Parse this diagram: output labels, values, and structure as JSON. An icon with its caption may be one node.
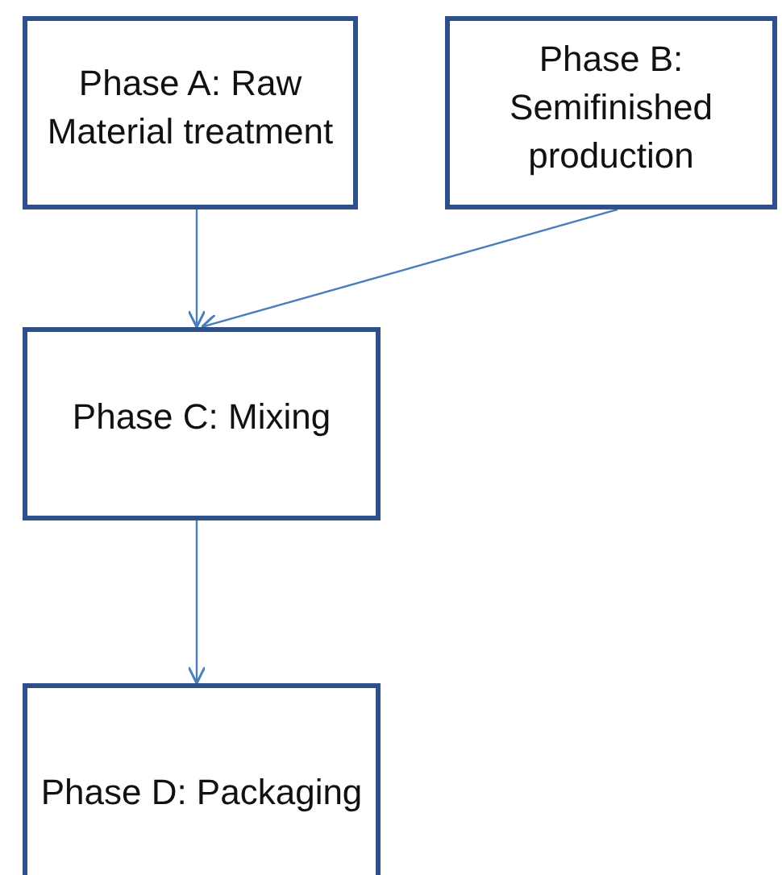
{
  "diagram": {
    "nodes": [
      {
        "text": [
          "Phase A: Raw Material treatment"
        ]
      },
      {
        "text": [
          "Phase B: Semifinished production"
        ]
      },
      {
        "text": [
          "Phase C: Mixing"
        ]
      },
      {
        "text": [
          "Phase D: Packaging"
        ]
      }
    ],
    "edges": [
      {
        "from": 0,
        "to": 2,
        "arrow": "to"
      },
      {
        "from": 1,
        "to": 2,
        "arrow": "to"
      },
      {
        "from": 2,
        "to": 3,
        "arrow": "to"
      }
    ]
  }
}
